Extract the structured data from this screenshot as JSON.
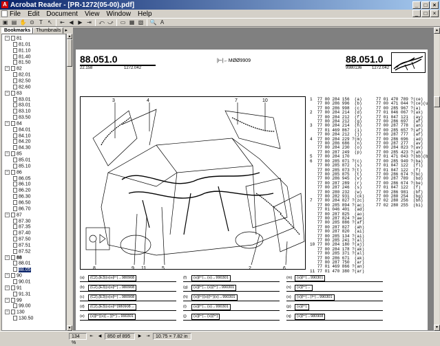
{
  "window": {
    "title": "Acrobat Reader - [PR-1272(05-00).pdf]",
    "min": "_",
    "max": "□",
    "close": "×"
  },
  "menu": [
    "File",
    "Edit",
    "Document",
    "View",
    "Window",
    "Help"
  ],
  "toolbar": [
    "▣",
    "▤",
    "✋",
    "⊙",
    "T",
    "↖",
    "|",
    "⇤",
    "◀",
    "▶",
    "⇥",
    "|",
    "⤺",
    "⤻",
    "|",
    "▭",
    "▦",
    "▧",
    "|",
    "🔍",
    "A"
  ],
  "panel_tabs": [
    "Bookmarks",
    "Thumbnails"
  ],
  "bookmarks": [
    {
      "label": "81",
      "level": 0,
      "box": "−"
    },
    {
      "label": "81.01",
      "level": 1
    },
    {
      "label": "81.10",
      "level": 1
    },
    {
      "label": "81.40",
      "level": 1
    },
    {
      "label": "81.50",
      "level": 1
    },
    {
      "label": "82",
      "level": 0,
      "box": "−"
    },
    {
      "label": "82.01",
      "level": 1
    },
    {
      "label": "82.50",
      "level": 1
    },
    {
      "label": "82.60",
      "level": 1
    },
    {
      "label": "83",
      "level": 0,
      "box": "−"
    },
    {
      "label": "83.01",
      "level": 1
    },
    {
      "label": "83.01",
      "level": 1
    },
    {
      "label": "83.10",
      "level": 1
    },
    {
      "label": "83.50",
      "level": 1
    },
    {
      "label": "84",
      "level": 0,
      "box": "−"
    },
    {
      "label": "84.01",
      "level": 1
    },
    {
      "label": "84.10",
      "level": 1
    },
    {
      "label": "84.20",
      "level": 1
    },
    {
      "label": "84.30",
      "level": 1
    },
    {
      "label": "85",
      "level": 0,
      "box": "−"
    },
    {
      "label": "85.01",
      "level": 1
    },
    {
      "label": "85.10",
      "level": 1
    },
    {
      "label": "86",
      "level": 0,
      "box": "−"
    },
    {
      "label": "86.05",
      "level": 1
    },
    {
      "label": "86.10",
      "level": 1
    },
    {
      "label": "86.20",
      "level": 1
    },
    {
      "label": "86.30",
      "level": 1
    },
    {
      "label": "86.50",
      "level": 1
    },
    {
      "label": "86.70",
      "level": 1
    },
    {
      "label": "87",
      "level": 0,
      "box": "−"
    },
    {
      "label": "87.30",
      "level": 1
    },
    {
      "label": "87.35",
      "level": 1
    },
    {
      "label": "87.40",
      "level": 1
    },
    {
      "label": "87.50",
      "level": 1
    },
    {
      "label": "87.51",
      "level": 1
    },
    {
      "label": "87.52",
      "level": 1
    },
    {
      "label": "88",
      "level": 0,
      "box": "−",
      "bold": true
    },
    {
      "label": "88.01",
      "level": 1
    },
    {
      "label": "88.05",
      "level": 1,
      "selected": true
    },
    {
      "label": "90",
      "level": 0,
      "box": "−"
    },
    {
      "label": "90.01",
      "level": 1
    },
    {
      "label": "91",
      "level": 0,
      "box": "−"
    },
    {
      "label": "91.31",
      "level": 1
    },
    {
      "label": "99",
      "level": 0,
      "box": "−"
    },
    {
      "label": "99.00",
      "level": 1
    },
    {
      "label": "130",
      "level": 0,
      "box": "−"
    },
    {
      "label": "130.50",
      "level": 1
    }
  ],
  "page": {
    "left_title": "88.051.0",
    "left_sub1": "22.158",
    "left_sub2": "1272.042",
    "center_code": "|⊢|←MØØ9909",
    "right_title": "88.051.0",
    "right_sub1": "9980136",
    "right_sub2": "1272.042",
    "callouts_top": [
      "3",
      "4",
      "7",
      "10"
    ],
    "callouts_bottom": [
      "8",
      "9",
      "11",
      "5",
      "2",
      "6"
    ],
    "parts_col1": "1  77 00 284 156  (a)\n   77 00 286 996  (b)\n   77 00 286 998  (c)\n2  77 00 284 214  (d)\n   77 00 284 212  (f)\n   77 00 284 212  (g)\n3  77 00 284 214  (h)\n   77 01 469 867  (i)\n   77 00 284 212  (j)\n4  77 00 284 229 ?(m)\n   77 00 286 686  (n)\n   77 00 284 230  (o)\n   77 00 287 249  (p)\n5  77 00 284 170\n6  77 00 285 071 ?(c)\n   77 00 285 872  (s)\n   77 00 285 073 ?(t)\n   77 00 285 875  (t)\n   77 00 286 945  (v)\n   77 00 287 289  (r)\n   77 00 287 246  (s)\n   77 00 280 232  (w)\n   77 00 282 931  (ck)\n7  77 00 284 827 ?(zc)\n   77 00 285 894 ?(ac)\n   77 01 046 401  (ad)\n   77 00 287 825  (ao)\n   77 00 287 824 ?(ae)\n   77 00 285 886 ?(af)\n   77 00 287 827  (ah)\n   77 00 287 820  (ai)\n   77 00 285 134 ?(ai)\n   77 00 285 241 ?(al)\n10 77 00 284 180 ?(aj)\n   77 00 284 178 ?(ak)\n   77 00 285 371 ?(al)\n   77 00 286 671  (ak)\n   77 00 287 750  (ar)\n   77 01 469 866 ?(an)\n11 77 01 470 380 ?(ar)",
    "parts_col2": "77 01 470 789 ?(ce)\n77 00 471 044 ?(ce)(u)\n77 00 285 967 ?(a)\n77 01 046 067 ?(ax)\n77 01 047 121  (ay)\n77 00 286 697  (af)\n77 00 287 778  (an)\n77 00 285 657 ?(af)\n77 00 287 777  (af)\n77 00 286 696  (ad)\n77 00 287 277  (av)\n77 00 284 823 ?(av)\n77 00 285 423 ?(ah)\n77 01 471 043 ?(bb)(b)\n77 00 285 949 ?(ba)\n77 01 047 122  (fl)\n77 01 047 122  (f)\n77 00 286 674 ?(bc)\n77 00 287 789  (bd)\n77 00 286 674 ?(be)\n77 01 047 122  (f)\n77 00 286 981  (bf)\n77 00 280 254  (bg)\n77 02 280 256  (bh)\n77 02 280 255  (bi)",
    "legend": [
      {
        "code": "(a)",
        "text": "(C2),(E3)(≡)≡|⊢|→980908"
      },
      {
        "code": "(b)",
        "text": "(C2),(E3)(≡)≡|⊢|→980908"
      },
      {
        "code": "(c)",
        "text": "(C2),(E3)(≡)≡|⊢|→980908"
      },
      {
        "code": "(d)",
        "text": "(C2),(E3)(≡)≡|⊢|980908→"
      },
      {
        "code": "(e)",
        "text": "(≡)|⊢|(≡)(↔)(⊢)→990301"
      },
      {
        "code": "(f)",
        "text": "(≡)|⊢|←(≡)→990301"
      },
      {
        "code": "(g)",
        "text": "(≡)|⊢|←(≡)(⊢)→990301"
      },
      {
        "code": "(h)",
        "text": "(≡)|⊢|(≡)(⊢)(≡)→990301"
      },
      {
        "code": "(i)",
        "text": "(≡)|⊢|←(≡)→990301"
      },
      {
        "code": "(j)",
        "text": "(≡)|⊢|←(≡)(⊢)"
      },
      {
        "code": "(m)",
        "text": "(≡)|⊢|→990301"
      },
      {
        "code": "(n)",
        "text": "(≡)|⊢|→"
      },
      {
        "code": "(o)",
        "text": "(≡)|⊢|←|⊢|→990301"
      },
      {
        "code": "(p)",
        "text": "(≡)|⊢|"
      },
      {
        "code": "(q)",
        "text": "(≡)|⊢|→980908"
      }
    ]
  },
  "status": {
    "zoom": "134 %",
    "page": "850 of 895",
    "size": "10.75 × 7.82 in"
  }
}
